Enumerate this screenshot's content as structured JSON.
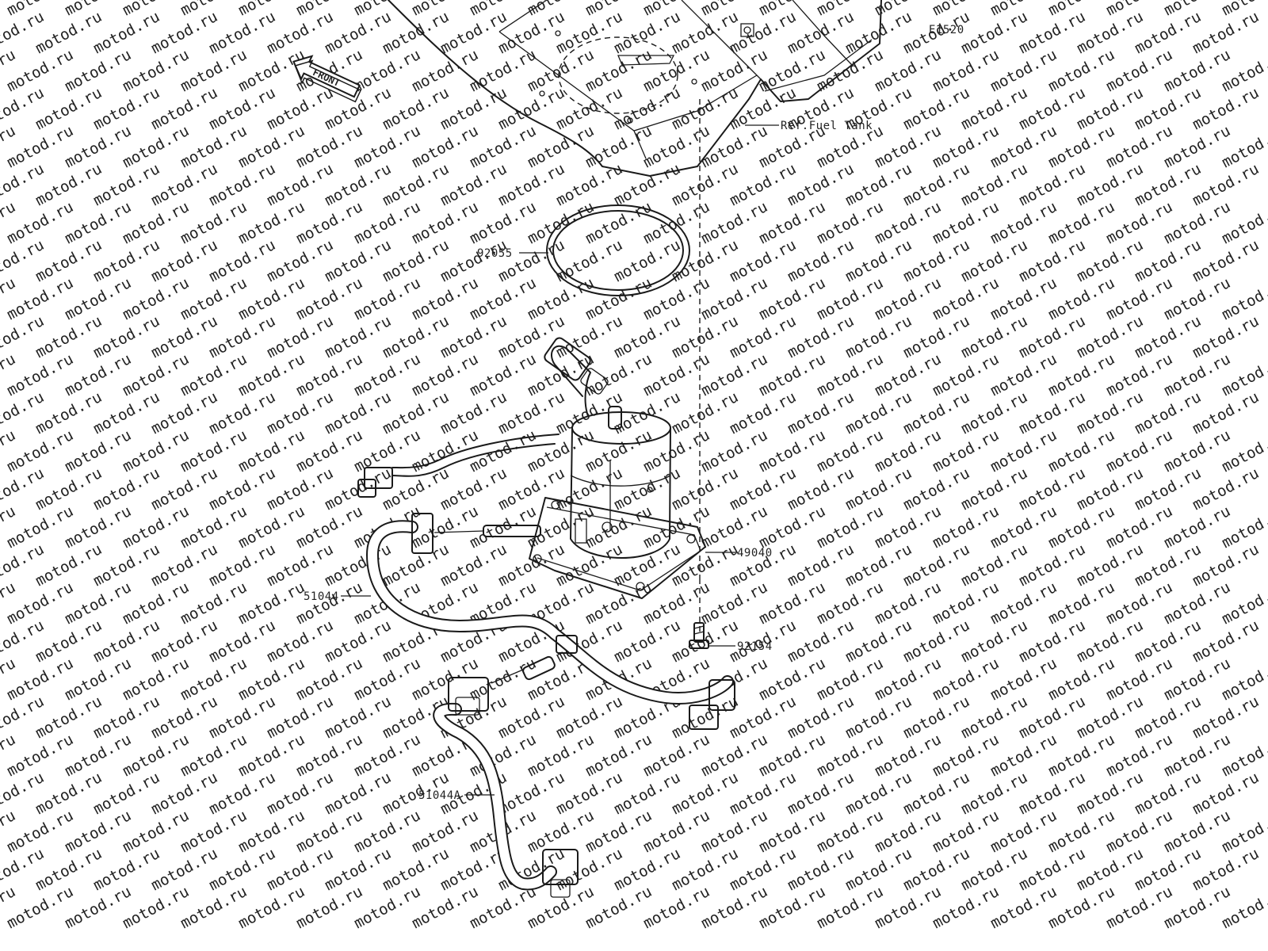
{
  "figure_code": "E1520",
  "front_label": "FRONT",
  "watermark": "motod.ru",
  "reference": "Ref.Fuel Tank",
  "callouts": {
    "o_ring": "92055",
    "fuel_pump": "49040",
    "bolt": "92154",
    "hose": "51044",
    "hose_a": "51044A"
  },
  "colors": {
    "line": "#1a1a1a",
    "watermark": "#d6d6d6",
    "background": "#ffffff"
  }
}
